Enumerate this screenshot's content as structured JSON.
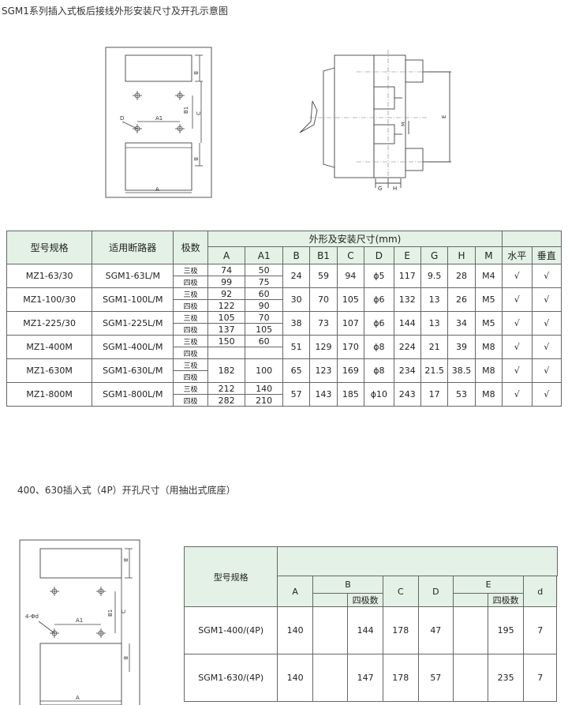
{
  "title1": "SGM1系列插入式板后接线外形安装尺寸及开孔示意图",
  "title2": "400、630插入式（4P）开孔尺寸（用抽出式底座）",
  "diagram1": {
    "B": "B",
    "B1": "B1",
    "C": "C",
    "D": "D",
    "A1": "A1",
    "A": "A"
  },
  "diagram2": {
    "E": "E",
    "M": "M",
    "G": "G",
    "H": "H"
  },
  "diagram3": {
    "B": "B",
    "B1": "B1",
    "C": "C",
    "d": "4-Φd",
    "A1": "A1",
    "A": "A"
  },
  "table1": {
    "h_model": "型号规格",
    "h_breaker": "适用断路器",
    "h_poles": "极数",
    "h_dims": "外形及安装尺寸(mm)",
    "cols": [
      "A",
      "A1",
      "B",
      "B1",
      "C",
      "D",
      "E",
      "G",
      "H",
      "M",
      "水平",
      "垂直"
    ],
    "rows": [
      {
        "model": "MZ1-63/30",
        "breaker": "SGM1-63L/M",
        "p3": "三极",
        "p4": "四极",
        "A3": "74",
        "A13": "50",
        "A4": "99",
        "A14": "75",
        "B": "24",
        "B1": "59",
        "C": "94",
        "D": "ϕ5",
        "E": "117",
        "G": "9.5",
        "H": "28",
        "M": "M4",
        "h": "√",
        "v": "√"
      },
      {
        "model": "MZ1-100/30",
        "breaker": "SGM1-100L/M",
        "p3": "三极",
        "p4": "四极",
        "A3": "92",
        "A13": "60",
        "A4": "122",
        "A14": "90",
        "B": "30",
        "B1": "70",
        "C": "105",
        "D": "ϕ6",
        "E": "132",
        "G": "13",
        "H": "26",
        "M": "M5",
        "h": "√",
        "v": "√"
      },
      {
        "model": "MZ1-225/30",
        "breaker": "SGM1-225L/M",
        "p3": "三极",
        "p4": "四极",
        "A3": "105",
        "A13": "70",
        "A4": "137",
        "A14": "105",
        "B": "38",
        "B1": "73",
        "C": "107",
        "D": "ϕ6",
        "E": "144",
        "G": "13",
        "H": "34",
        "M": "M5",
        "h": "√",
        "v": "√"
      },
      {
        "model": "MZ1-400M",
        "breaker": "SGM1-400L/M",
        "p3": "三极",
        "p4": "四极",
        "A3": "150",
        "A13": "60",
        "A4": "",
        "A14": "",
        "B": "51",
        "B1": "129",
        "C": "170",
        "D": "ϕ8",
        "E": "224",
        "G": "21",
        "H": "39",
        "M": "M8",
        "h": "√",
        "v": "√"
      },
      {
        "model": "MZ1-630M",
        "breaker": "SGM1-630L/M",
        "p3": "三极",
        "p4": "四极",
        "A3": "182",
        "A13": "100",
        "A4": "",
        "A14": "",
        "B": "65",
        "B1": "123",
        "C": "169",
        "D": "ϕ8",
        "E": "234",
        "G": "21.5",
        "H": "38.5",
        "M": "M8",
        "h": "√",
        "v": "√"
      },
      {
        "model": "MZ1-800M",
        "breaker": "SGM1-800L/M",
        "p3": "三极",
        "p4": "四极",
        "A3": "212",
        "A13": "140",
        "A4": "282",
        "A14": "210",
        "B": "57",
        "B1": "143",
        "C": "185",
        "D": "ϕ10",
        "E": "243",
        "G": "17",
        "H": "53",
        "M": "M8",
        "h": "√",
        "v": "√"
      }
    ]
  },
  "table2": {
    "h_model": "型号规格",
    "A": "A",
    "B": "B",
    "C": "C",
    "D": "D",
    "E": "E",
    "d": "d",
    "sub4": "四极数",
    "rows": [
      {
        "model": "SGM1-400/(4P)",
        "A": "140",
        "B": "144",
        "C": "178",
        "D": "47",
        "E": "195",
        "d": "7"
      },
      {
        "model": "SGM1-630/(4P)",
        "A": "140",
        "B": "147",
        "C": "178",
        "D": "57",
        "E": "235",
        "d": "7"
      }
    ]
  }
}
